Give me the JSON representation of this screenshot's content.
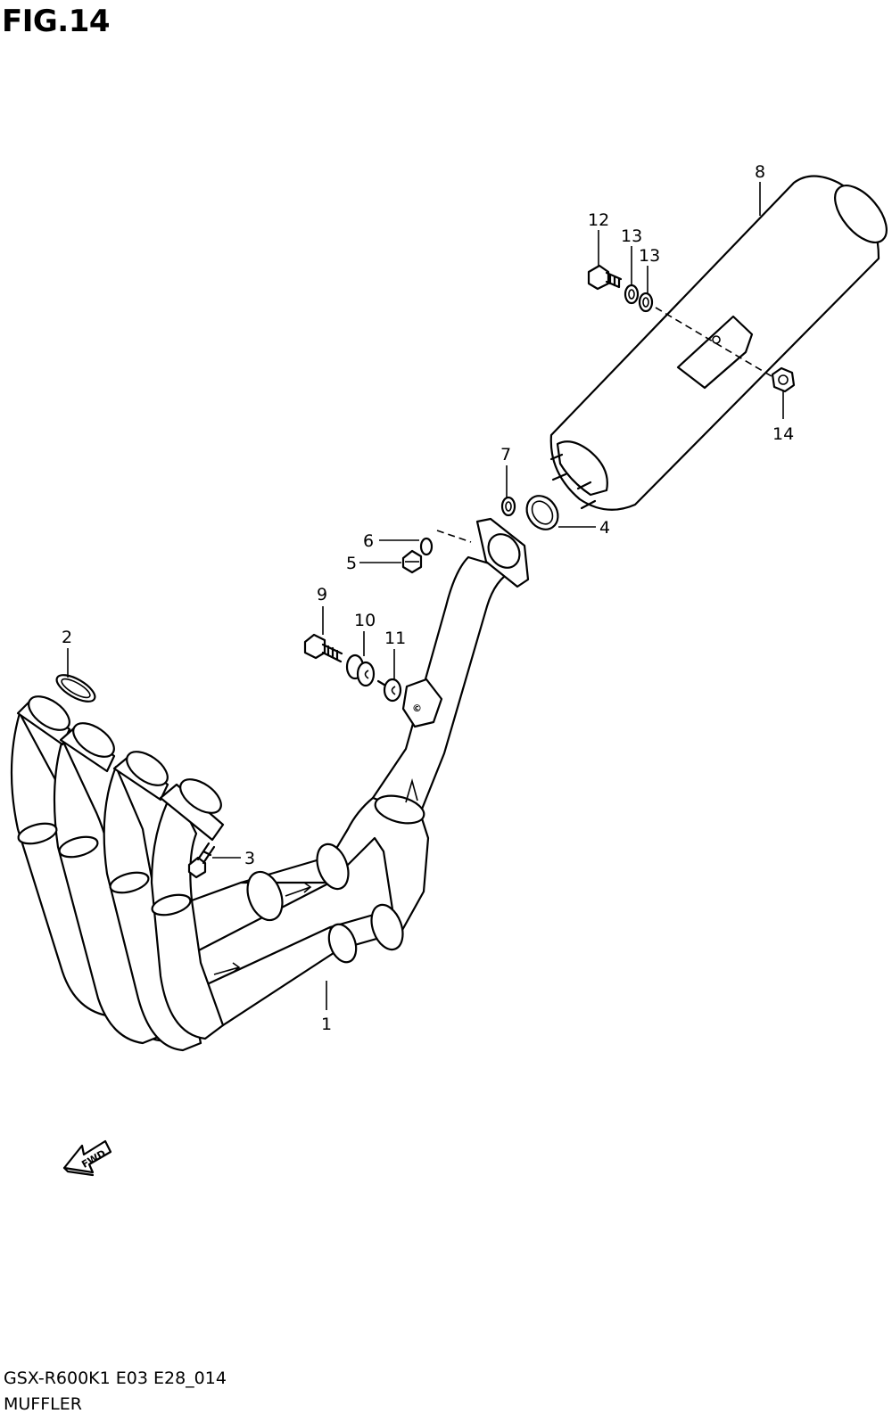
{
  "figure": {
    "title": "FIG.14",
    "code": "GSX-R600K1 E03 E28_014",
    "name": "MUFFLER"
  },
  "callouts": [
    {
      "id": "c1",
      "label": "1"
    },
    {
      "id": "c2",
      "label": "2"
    },
    {
      "id": "c3",
      "label": "3"
    },
    {
      "id": "c4",
      "label": "4"
    },
    {
      "id": "c5",
      "label": "5"
    },
    {
      "id": "c6",
      "label": "6"
    },
    {
      "id": "c7",
      "label": "7"
    },
    {
      "id": "c8",
      "label": "8"
    },
    {
      "id": "c9",
      "label": "9"
    },
    {
      "id": "c10",
      "label": "10"
    },
    {
      "id": "c11",
      "label": "11"
    },
    {
      "id": "c12",
      "label": "12"
    },
    {
      "id": "c13a",
      "label": "13"
    },
    {
      "id": "c13b",
      "label": "13"
    },
    {
      "id": "c14",
      "label": "14"
    }
  ],
  "direction_badge": {
    "label": "FWD",
    "icon": "fwd-arrow-icon"
  }
}
